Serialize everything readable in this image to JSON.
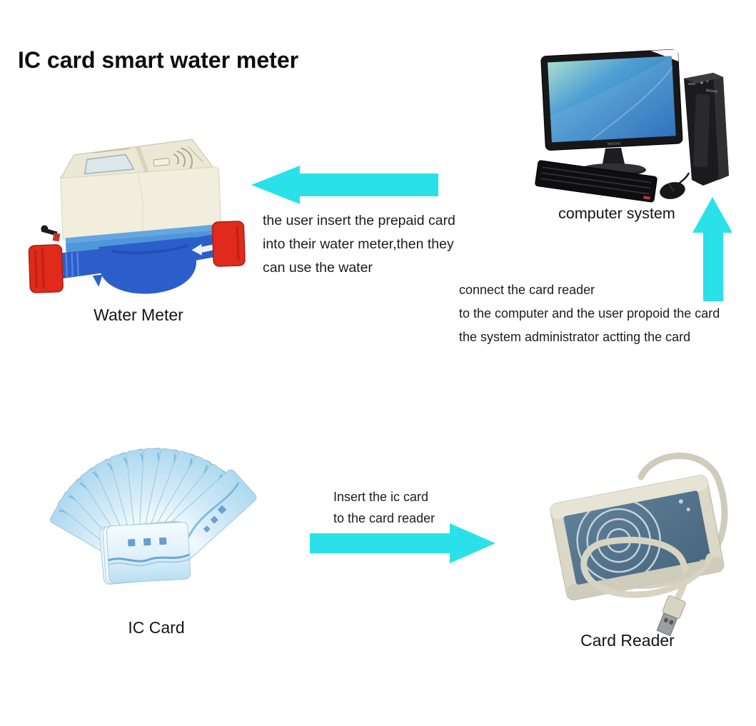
{
  "page": {
    "title": "IC card smart water meter",
    "background_color": "#ffffff",
    "arrow_color": "#2ae1ea"
  },
  "nodes": {
    "water_meter": {
      "label": "Water Meter"
    },
    "computer_system": {
      "label": "computer system",
      "brand": "lenovo"
    },
    "ic_card": {
      "label": "IC Card"
    },
    "card_reader": {
      "label": "Card Reader"
    }
  },
  "annotations": {
    "user_insert_card": {
      "lines": [
        "the user insert the prepaid card",
        "into their water meter,then they",
        "can use the water"
      ]
    },
    "connect_reader": {
      "lines": [
        "connect the card reader",
        "to the computer and the user propoid the card",
        "the system administrator actting the card"
      ]
    },
    "insert_to_reader": {
      "lines": [
        "Insert the ic card",
        "to the card reader"
      ]
    }
  },
  "arrows": {
    "computer_to_meter": {
      "direction": "left"
    },
    "card_to_reader": {
      "direction": "right"
    },
    "reader_to_computer": {
      "direction": "up"
    }
  }
}
